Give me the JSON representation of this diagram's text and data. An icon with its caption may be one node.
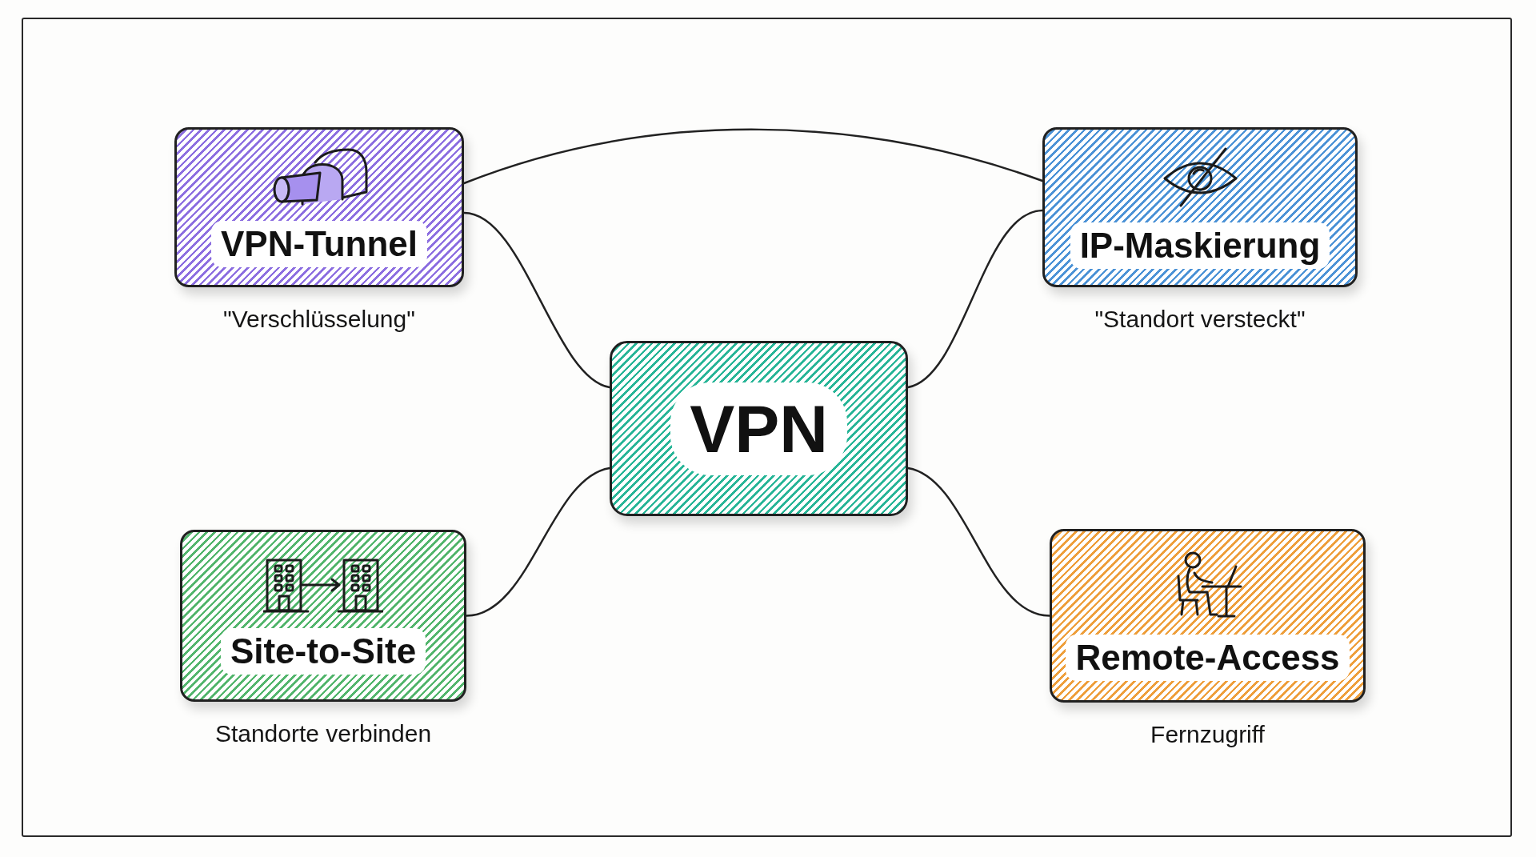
{
  "diagram": {
    "nodes": [
      {
        "text": [
          "VPN-Tunnel"
        ],
        "beside": [
          "\"Verschlüsselung\""
        ]
      },
      {
        "text": [
          "IP-Maskierung"
        ],
        "beside": [
          "\"Standort versteckt\""
        ]
      },
      {
        "text": [
          "VPN"
        ]
      },
      {
        "text": [
          "Site-to-Site"
        ],
        "beside": [
          "Standorte verbinden"
        ]
      },
      {
        "text": [
          "Remote-Access"
        ],
        "beside": [
          "Fernzugriff"
        ]
      }
    ],
    "edges": [
      {
        "from": 0,
        "to": 1,
        "arrow": "none"
      },
      {
        "from": 0,
        "to": 2,
        "arrow": "none"
      },
      {
        "from": 1,
        "to": 2,
        "arrow": "none"
      },
      {
        "from": 2,
        "to": 3,
        "arrow": "none"
      },
      {
        "from": 2,
        "to": 4,
        "arrow": "none"
      }
    ]
  }
}
